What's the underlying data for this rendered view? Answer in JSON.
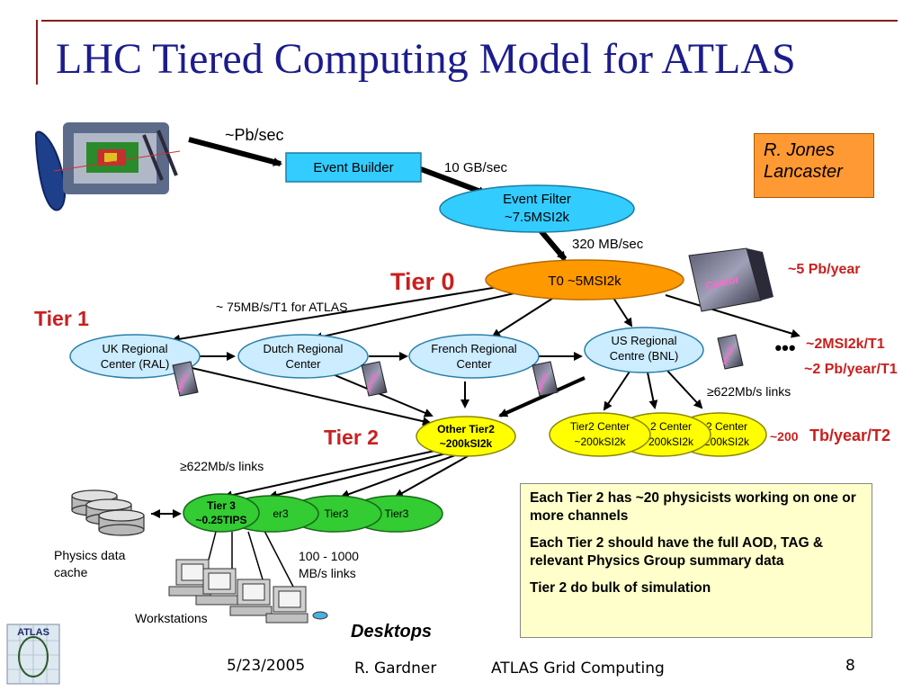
{
  "title": "LHC Tiered Computing Model for ATLAS",
  "author_box": {
    "line1": "R. Jones",
    "line2": "Lancaster"
  },
  "tiers": {
    "tier0": "Tier 0",
    "tier1": "Tier 1",
    "tier2": "Tier 2"
  },
  "nodes": {
    "event_builder": "Event Builder",
    "event_filter_1": "Event Filter",
    "event_filter_2": "~7.5MSI2k",
    "t0": "T0 ~5MSI2k",
    "uk_1": "UK Regional",
    "uk_2": "Center (RAL)",
    "dutch_1": "Dutch Regional",
    "dutch_2": "Center",
    "french_1": "French Regional",
    "french_2": "Center",
    "us_1": "US Regional",
    "us_2": "Centre (BNL)",
    "other_t2_1": "Other Tier2",
    "other_t2_2": "~200kSI2k",
    "t2c_a_1": "Tier2 Center",
    "t2c_a_2": "~200kSI2k",
    "t2c_b_1": "2 Center",
    "t2c_b_2": "200kSI2k",
    "t2c_c_1": "2 Center",
    "t2c_c_2": "200kSI2k",
    "tier3_main_1": "Tier 3",
    "tier3_main_2": "~0.25TIPS",
    "tier3_b": "er3",
    "tier3_c": "Tier3",
    "tier3_d": "Tier3"
  },
  "labels": {
    "pb_sec": "~Pb/sec",
    "gb_sec": "10 GB/sec",
    "mb_sec": "320 MB/sec",
    "t1_rate": "~ 75MB/s/T1 for ATLAS",
    "links_us": "≥622Mb/s links",
    "links_t2": "≥622Mb/s links",
    "links_ws_1": "100 - 1000",
    "links_ws_2": "MB/s links",
    "physics_cache_1": "Physics data",
    "physics_cache_2": "cache",
    "workstations": "Workstations",
    "desktops": "Desktops",
    "castor": "Castor",
    "hpss": "HPSS",
    "ellipsis": "•••"
  },
  "stats": {
    "pb_year": "~5 Pb/year",
    "msi_t1": "~2MSI2k/T1",
    "pb_year_t1": "~2 Pb/year/T1",
    "tb_prefix": "~200",
    "tb_year_t2": "Tb/year/T2"
  },
  "info_box": {
    "p1": "Each Tier 2 has ~20 physicists working on one or more channels",
    "p2": "Each Tier 2 should have the full AOD, TAG & relevant Physics Group summary data",
    "p3": "Tier 2 do bulk of simulation"
  },
  "footer": {
    "date": "5/23/2005",
    "presenter": "R. Gardner",
    "talk": "ATLAS Grid Computing",
    "page": "8"
  },
  "colors": {
    "title": "#1c1c8c",
    "frame": "#8b1c1c",
    "tier_label": "#c8201e",
    "t0_fill": "#ff9900",
    "blue_fill": "#33ccff",
    "yellow_fill": "#ffff00",
    "green_fill": "#33cc33",
    "info_fill": "#ffffcc",
    "author_fill": "#ff9933"
  }
}
